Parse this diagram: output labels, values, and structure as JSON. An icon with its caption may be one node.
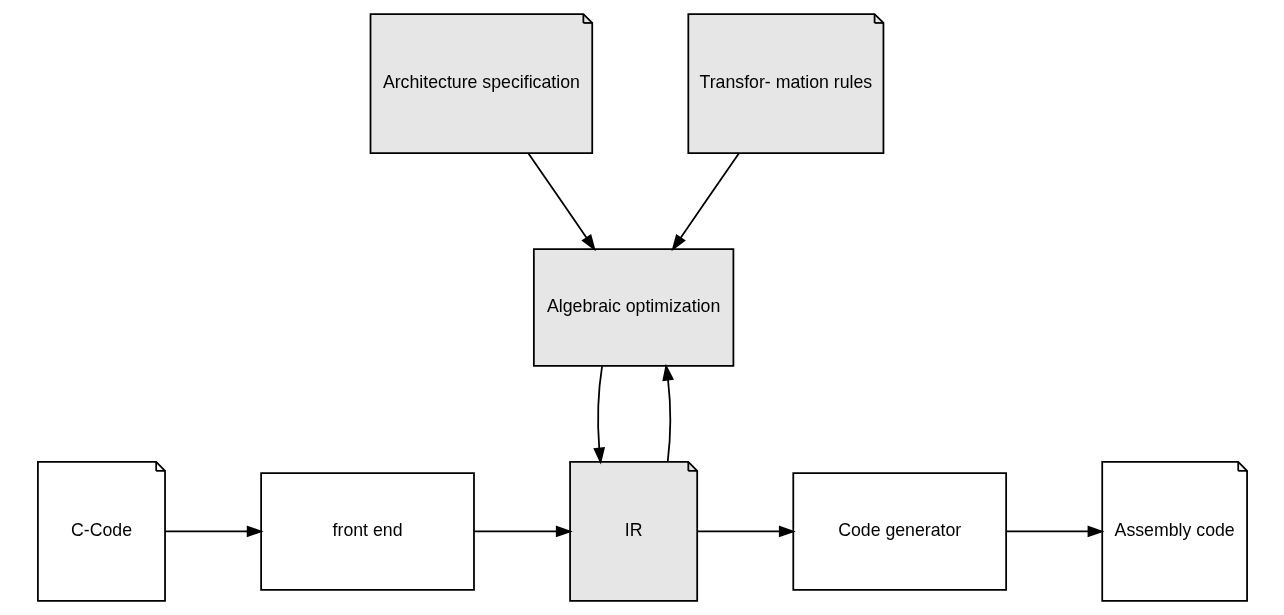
{
  "diagram": {
    "nodes": [
      {
        "text": [
          "Architecture specification"
        ]
      },
      {
        "text": [
          "Transfor- mation rules"
        ]
      },
      {
        "text": [
          "Algebraic optimization"
        ]
      },
      {
        "text": [
          "C-Code"
        ]
      },
      {
        "text": [
          "front end"
        ]
      },
      {
        "text": [
          "IR"
        ]
      },
      {
        "text": [
          "Code generator"
        ]
      },
      {
        "text": [
          "Assembly code"
        ]
      }
    ],
    "edges": [
      {
        "from": 0,
        "to": 2,
        "arrow": "to"
      },
      {
        "from": 1,
        "to": 2,
        "arrow": "to"
      },
      {
        "from": 2,
        "to": 5,
        "arrow": "to"
      },
      {
        "from": 5,
        "to": 2,
        "arrow": "to"
      },
      {
        "from": 3,
        "to": 4,
        "arrow": "to"
      },
      {
        "from": 4,
        "to": 5,
        "arrow": "to"
      },
      {
        "from": 5,
        "to": 6,
        "arrow": "to"
      },
      {
        "from": 6,
        "to": 7,
        "arrow": "to"
      }
    ]
  }
}
